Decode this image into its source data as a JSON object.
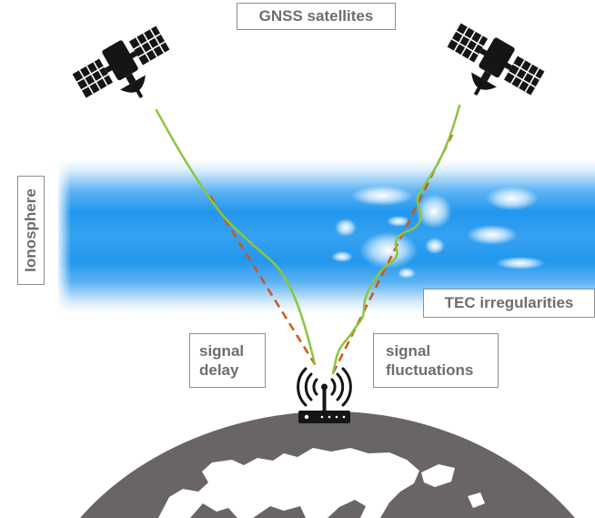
{
  "labels": {
    "satellites": "GNSS satellites",
    "ionosphere": "Ionosphere",
    "tec": "TEC irregularities",
    "delay_line1": "signal",
    "delay_line2": "delay",
    "fluct_line1": "signal",
    "fluct_line2": "fluctuations"
  },
  "colors": {
    "label_text": "#6e6e6e",
    "label_border": "#8f8f8f",
    "ionosphere_blue": "#1e96ef",
    "ionosphere_light": "#cfe9fb",
    "earth": "#6a6565",
    "direct_path": "#d0561a",
    "signal_path": "#8bc63f",
    "icon_dark": "#151515"
  },
  "icons": {
    "left_satellite": "satellite-icon",
    "right_satellite": "satellite-icon",
    "receiver": "gnss-receiver-antenna-icon",
    "earth": "globe-europe-icon"
  }
}
